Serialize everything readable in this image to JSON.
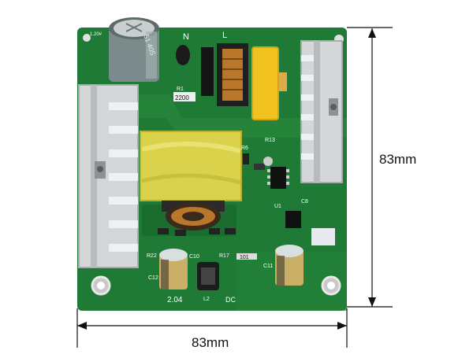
{
  "dimensions": {
    "width_label": "83mm",
    "height_label": "83mm"
  },
  "board_markings": {
    "terminal_n": "N",
    "terminal_l": "L",
    "resistor_value": "2200",
    "ref_r1": "R1",
    "ref_c10": "C10",
    "ref_c11": "C11",
    "ref_c12": "C12",
    "ref_r17": "R17",
    "ref_r22": "R22",
    "ref_r13": "R13",
    "ref_r6": "R6",
    "ref_l2": "L2",
    "ref_c8": "C8",
    "ref_u1": "U1",
    "ref_dc": "DC",
    "ref_101": "101",
    "version": "2.04",
    "cap_marking": "51 405",
    "board_code": "1.20#"
  },
  "colors": {
    "pcb": "#1e7a34",
    "pcb_dark": "#15602a",
    "heatsink": "#d4d6d8",
    "transformer": "#d9d24a",
    "capacitor": "#7b8a8a",
    "dimension_line": "#111111"
  }
}
